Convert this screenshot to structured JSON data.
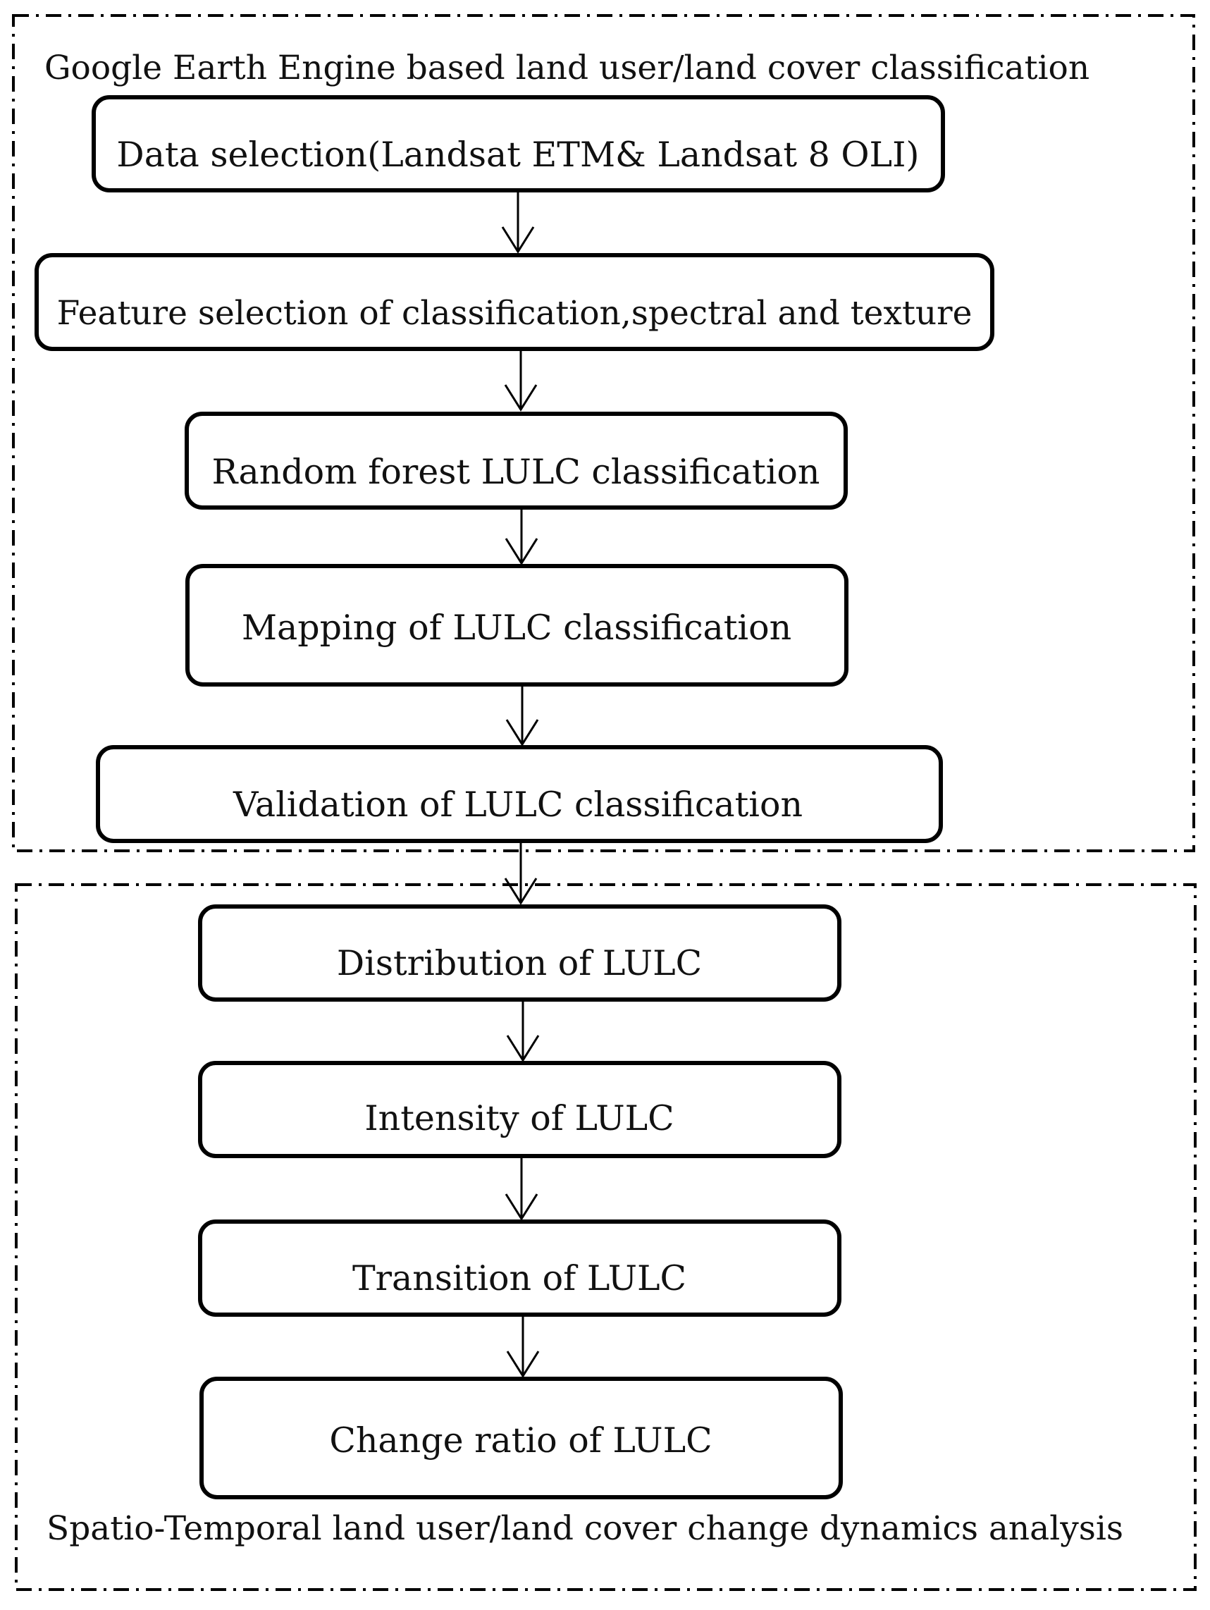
{
  "groups": {
    "classification": {
      "label": "Google Earth Engine based land user/land cover classification"
    },
    "analysis": {
      "label": "Spatio-Temporal land user/land cover change dynamics analysis"
    }
  },
  "steps": [
    "Data selection(Landsat ETM& Landsat 8 OLI)",
    "Feature selection of classification,spectral and texture",
    "Random forest LULC classification",
    "Mapping of LULC classification",
    "Validation of LULC classification",
    "Distribution of LULC",
    "Intensity of LULC",
    "Transition of LULC",
    "Change ratio of LULC"
  ]
}
